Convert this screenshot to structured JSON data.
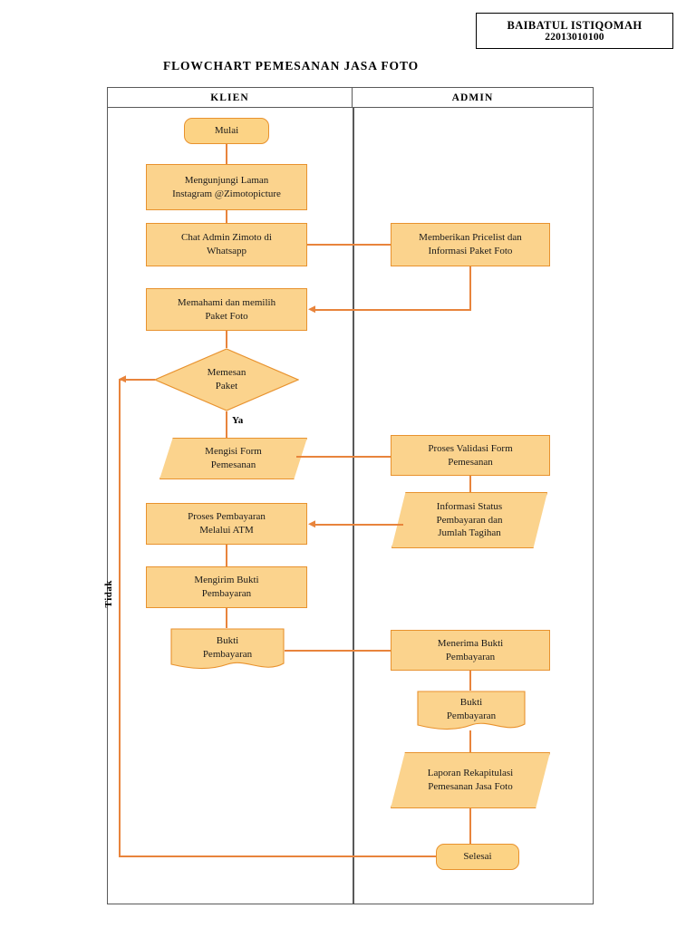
{
  "header": {
    "student_name": "BAIBATUL ISTIQOMAH",
    "student_id": "22013010100"
  },
  "title": "FLOWCHART PEMESANAN JASA FOTO",
  "lanes": [
    {
      "id": "klien",
      "label": "KLIEN"
    },
    {
      "id": "admin",
      "label": "ADMIN"
    }
  ],
  "colors": {
    "shape_fill": "#FBD38D",
    "terminator_fill": "#FCD385",
    "shape_border": "#E8922E",
    "connector": "#E8843C",
    "frame_border": "#595959",
    "text": "#1a1a1a",
    "page_background": "#FFFFFF"
  },
  "nodes": [
    {
      "id": "mulai",
      "lane": "klien",
      "type": "terminator",
      "label": "Mulai"
    },
    {
      "id": "kunjungi",
      "lane": "klien",
      "type": "process",
      "label": "Mengunjungi Laman\nInstagram @Zimotopicture"
    },
    {
      "id": "chat-admin",
      "lane": "klien",
      "type": "process",
      "label": "Chat Admin Zimoto di\nWhatsapp"
    },
    {
      "id": "pricelist",
      "lane": "admin",
      "type": "process",
      "label": "Memberikan Pricelist dan\nInformasi Paket Foto"
    },
    {
      "id": "memahami",
      "lane": "klien",
      "type": "process",
      "label": "Memahami dan memilih\nPaket  Foto"
    },
    {
      "id": "memesan-paket",
      "lane": "klien",
      "type": "decision",
      "label": "Memesan\nPaket"
    },
    {
      "id": "mengisi-form",
      "lane": "klien",
      "type": "data",
      "label": "Mengisi Form\nPemesanan"
    },
    {
      "id": "validasi-form",
      "lane": "admin",
      "type": "process",
      "label": "Proses Validasi Form\nPemesanan"
    },
    {
      "id": "pembayaran-atm",
      "lane": "klien",
      "type": "process",
      "label": "Proses Pembayaran\nMelalui ATM"
    },
    {
      "id": "info-status",
      "lane": "admin",
      "type": "data",
      "label": "Informasi Status\nPembayaran dan\nJumlah Tagihan"
    },
    {
      "id": "kirim-bukti",
      "lane": "klien",
      "type": "process",
      "label": "Mengirim Bukti\nPembayaran"
    },
    {
      "id": "bukti-klien",
      "lane": "klien",
      "type": "document",
      "label": "Bukti\nPembayaran"
    },
    {
      "id": "terima-bukti",
      "lane": "admin",
      "type": "process",
      "label": "Menerima Bukti\nPembayaran"
    },
    {
      "id": "bukti-admin",
      "lane": "admin",
      "type": "document",
      "label": "Bukti\nPembayaran"
    },
    {
      "id": "laporan",
      "lane": "admin",
      "type": "data",
      "label": "Laporan Rekapitulasi\nPemesanan Jasa Foto"
    },
    {
      "id": "selesai",
      "lane": "admin",
      "type": "terminator",
      "label": "Selesai"
    }
  ],
  "branch_labels": {
    "yes": "Ya",
    "no": "Tidak"
  }
}
